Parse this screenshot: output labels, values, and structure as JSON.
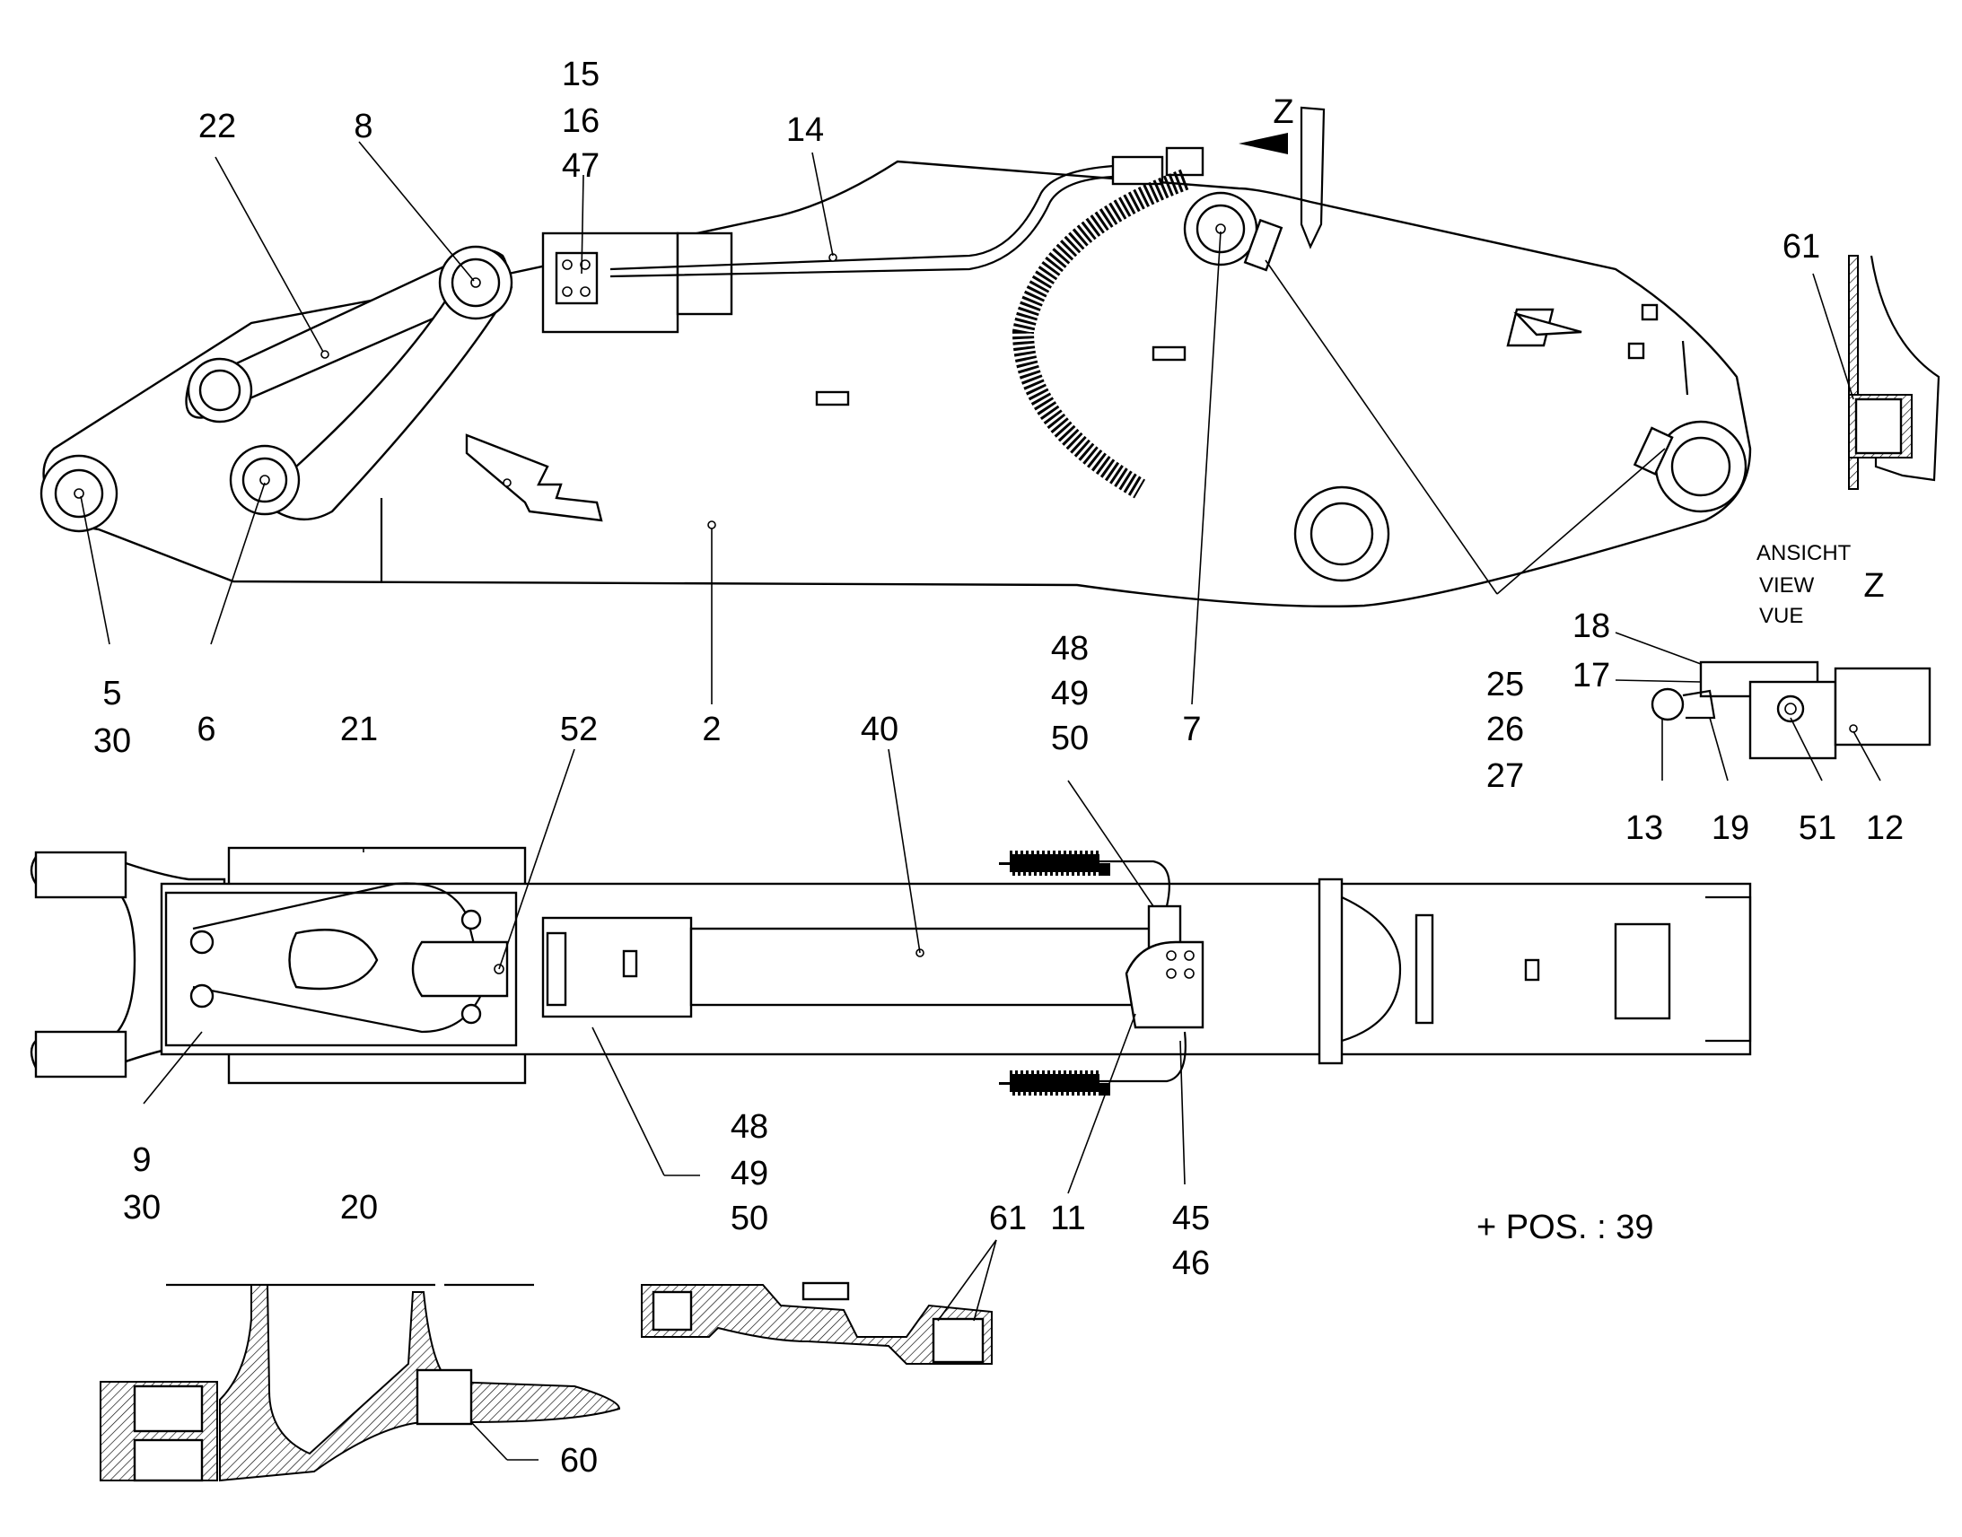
{
  "callouts": {
    "c22": "22",
    "c8": "8",
    "c15": "15",
    "c16": "16",
    "c47": "47",
    "c14": "14",
    "cZ_top": "Z",
    "c61_right": "61",
    "c5": "5",
    "c30_a": "30",
    "c6": "6",
    "c2": "2",
    "c7": "7",
    "c25": "25",
    "c26": "26",
    "c27": "27",
    "c21": "21",
    "c52": "52",
    "c40": "40",
    "c48_a": "48",
    "c49_a": "49",
    "c50_a": "50",
    "c18": "18",
    "c17": "17",
    "c13": "13",
    "c19": "19",
    "c51": "51",
    "c12": "12",
    "c9": "9",
    "c30_b": "30",
    "c20": "20",
    "c48_b": "48",
    "c49_b": "49",
    "c50_b": "50",
    "c61_bottom": "61",
    "c11": "11",
    "c45": "45",
    "c46": "46",
    "c60": "60"
  },
  "view_z": {
    "line1": "ANSICHT",
    "line2": "VIEW",
    "line3": "VUE",
    "letter": "Z"
  },
  "footnote": "+ POS. : 39"
}
